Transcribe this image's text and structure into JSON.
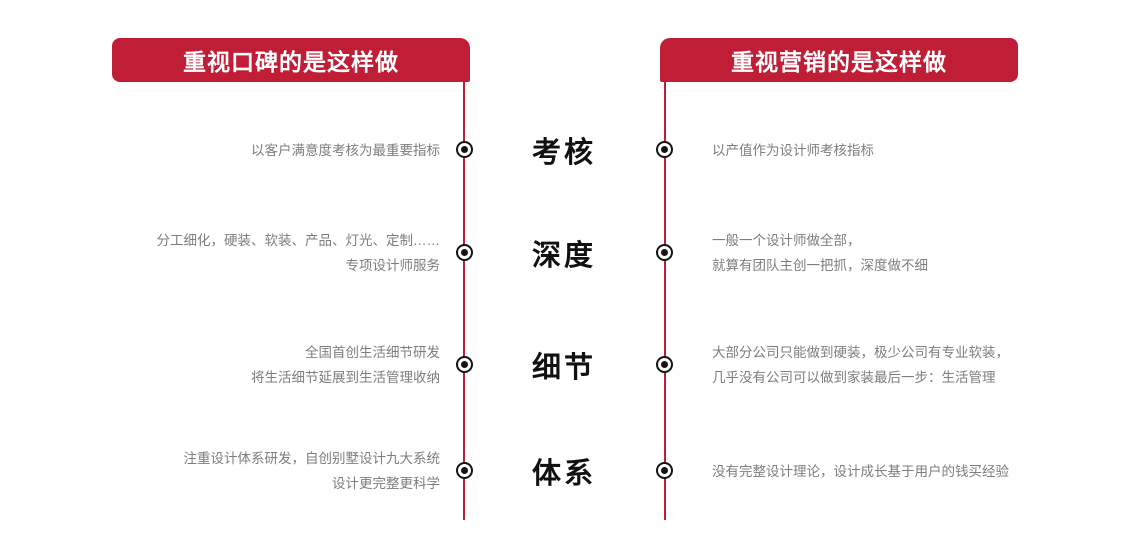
{
  "headers": {
    "left": "重视口碑的是这样做",
    "right": "重视营销的是这样做"
  },
  "colors": {
    "banner_red": "#C01E37",
    "line_red": "#C01E37",
    "body_text": "#7d7d7d",
    "center_label": "#111111",
    "background": "#ffffff"
  },
  "rows": [
    {
      "label": "考核",
      "left_lines": [
        "以客户满意度考核为最重要指标"
      ],
      "right_lines": [
        "以产值作为设计师考核指标"
      ]
    },
    {
      "label": "深度",
      "left_lines": [
        "分工细化，硬装、软装、产品、灯光、定制……",
        "专项设计师服务"
      ],
      "right_lines": [
        "一般一个设计师做全部，",
        "就算有团队主创一把抓，深度做不细"
      ]
    },
    {
      "label": "细节",
      "left_lines": [
        "全国首创生活细节研发",
        "将生活细节延展到生活管理收纳"
      ],
      "right_lines": [
        "大部分公司只能做到硬装，极少公司有专业软装，",
        "几乎没有公司可以做到家装最后一步：生活管理"
      ]
    },
    {
      "label": "体系",
      "left_lines": [
        "注重设计体系研发，自创别墅设计九大系统",
        "设计更完整更科学"
      ],
      "right_lines": [
        "没有完整设计理论，设计成长基于用户的钱买经验"
      ]
    }
  ],
  "markers": {
    "icon": "target-dot-icon"
  }
}
